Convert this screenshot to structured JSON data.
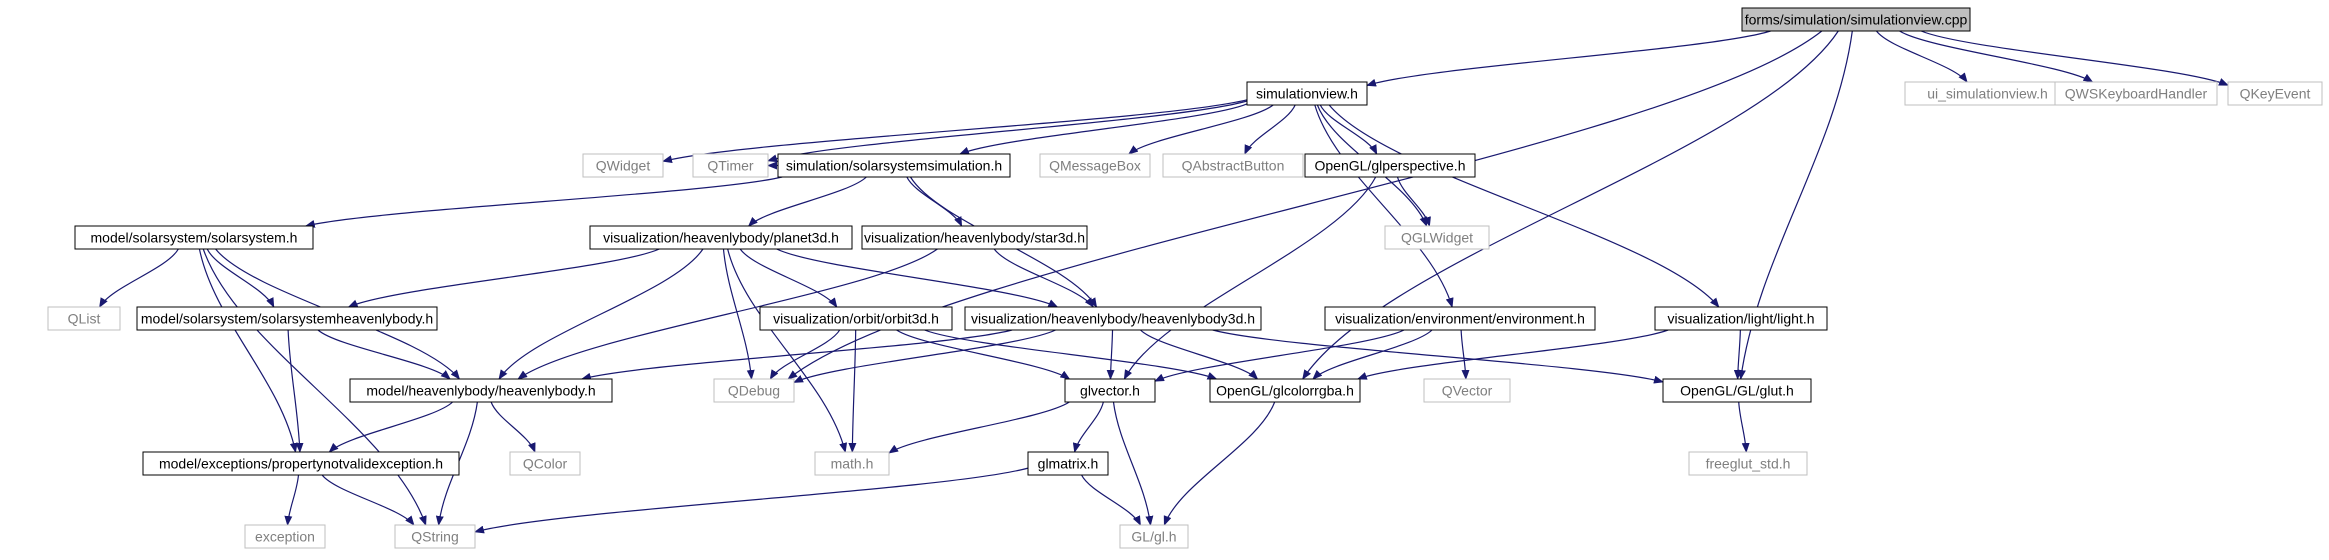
{
  "graph": {
    "root_fill": "#bfbfbf",
    "edge_color": "#191970",
    "solid_border": "#000000",
    "light_border": "#bfbfbf",
    "light_text": "#7f7f7f",
    "nodes": [
      {
        "id": "root",
        "label": "forms/simulation/simulationview.cpp",
        "style": "root"
      },
      {
        "id": "simview_h",
        "label": "simulationview.h",
        "style": "solid"
      },
      {
        "id": "ui_simview",
        "label": "ui_simulationview.h",
        "style": "light"
      },
      {
        "id": "qwskbd",
        "label": "QWSKeyboardHandler",
        "style": "light"
      },
      {
        "id": "qkeyevent",
        "label": "QKeyEvent",
        "style": "light"
      },
      {
        "id": "qwidget",
        "label": "QWidget",
        "style": "light"
      },
      {
        "id": "qtimer",
        "label": "QTimer",
        "style": "light"
      },
      {
        "id": "solsim",
        "label": "simulation/solarsystemsimulation.h",
        "style": "solid"
      },
      {
        "id": "qmsgbox",
        "label": "QMessageBox",
        "style": "light"
      },
      {
        "id": "qabsbtn",
        "label": "QAbstractButton",
        "style": "light"
      },
      {
        "id": "glpersp",
        "label": "OpenGL/glperspective.h",
        "style": "solid"
      },
      {
        "id": "qglwidget",
        "label": "QGLWidget",
        "style": "light"
      },
      {
        "id": "solarsystem",
        "label": "model/solarsystem/solarsystem.h",
        "style": "solid"
      },
      {
        "id": "planet3d",
        "label": "visualization/heavenlybody/planet3d.h",
        "style": "solid"
      },
      {
        "id": "star3d",
        "label": "visualization/heavenlybody/star3d.h",
        "style": "solid"
      },
      {
        "id": "qlist",
        "label": "QList",
        "style": "light"
      },
      {
        "id": "sshb",
        "label": "model/solarsystem/solarsystemheavenlybody.h",
        "style": "solid"
      },
      {
        "id": "orbit3d",
        "label": "visualization/orbit/orbit3d.h",
        "style": "solid"
      },
      {
        "id": "hb3d",
        "label": "visualization/heavenlybody/heavenlybody3d.h",
        "style": "solid"
      },
      {
        "id": "env",
        "label": "visualization/environment/environment.h",
        "style": "solid"
      },
      {
        "id": "light",
        "label": "visualization/light/light.h",
        "style": "solid"
      },
      {
        "id": "hb",
        "label": "model/heavenlybody/heavenlybody.h",
        "style": "solid"
      },
      {
        "id": "qdebug",
        "label": "QDebug",
        "style": "light"
      },
      {
        "id": "glvector",
        "label": "glvector.h",
        "style": "solid"
      },
      {
        "id": "glcolor",
        "label": "OpenGL/glcolorrgba.h",
        "style": "solid"
      },
      {
        "id": "qvector",
        "label": "QVector",
        "style": "light"
      },
      {
        "id": "glut",
        "label": "OpenGL/GL/glut.h",
        "style": "solid"
      },
      {
        "id": "propex",
        "label": "model/exceptions/propertynotvalidexception.h",
        "style": "solid"
      },
      {
        "id": "qcolor",
        "label": "QColor",
        "style": "light"
      },
      {
        "id": "mathh",
        "label": "math.h",
        "style": "light"
      },
      {
        "id": "glmatrix",
        "label": "glmatrix.h",
        "style": "solid"
      },
      {
        "id": "freeglut",
        "label": "freeglut_std.h",
        "style": "light"
      },
      {
        "id": "exception",
        "label": "exception",
        "style": "light"
      },
      {
        "id": "qstring",
        "label": "QString",
        "style": "light"
      },
      {
        "id": "glgl",
        "label": "GL/gl.h",
        "style": "light"
      }
    ],
    "edges": [
      [
        "root",
        "simview_h"
      ],
      [
        "root",
        "ui_simview"
      ],
      [
        "root",
        "qwskbd"
      ],
      [
        "root",
        "qkeyevent"
      ],
      [
        "root",
        "qdebug"
      ],
      [
        "root",
        "glcolor"
      ],
      [
        "root",
        "glut"
      ],
      [
        "simview_h",
        "qwidget"
      ],
      [
        "simview_h",
        "qtimer"
      ],
      [
        "simview_h",
        "solsim"
      ],
      [
        "simview_h",
        "qmsgbox"
      ],
      [
        "simview_h",
        "qabsbtn"
      ],
      [
        "simview_h",
        "glpersp"
      ],
      [
        "simview_h",
        "qglwidget"
      ],
      [
        "simview_h",
        "env"
      ],
      [
        "simview_h",
        "light"
      ],
      [
        "solsim",
        "qtimer"
      ],
      [
        "solsim",
        "solarsystem"
      ],
      [
        "solsim",
        "planet3d"
      ],
      [
        "solsim",
        "star3d"
      ],
      [
        "solsim",
        "hb3d"
      ],
      [
        "glpersp",
        "qglwidget"
      ],
      [
        "glpersp",
        "glvector"
      ],
      [
        "solarsystem",
        "qlist"
      ],
      [
        "solarsystem",
        "sshb"
      ],
      [
        "solarsystem",
        "hb"
      ],
      [
        "solarsystem",
        "propex"
      ],
      [
        "solarsystem",
        "qstring"
      ],
      [
        "planet3d",
        "sshb"
      ],
      [
        "planet3d",
        "orbit3d"
      ],
      [
        "planet3d",
        "hb3d"
      ],
      [
        "planet3d",
        "hb"
      ],
      [
        "planet3d",
        "qdebug"
      ],
      [
        "planet3d",
        "mathh"
      ],
      [
        "star3d",
        "hb3d"
      ],
      [
        "star3d",
        "hb"
      ],
      [
        "sshb",
        "hb"
      ],
      [
        "sshb",
        "propex"
      ],
      [
        "orbit3d",
        "qdebug"
      ],
      [
        "orbit3d",
        "glvector"
      ],
      [
        "orbit3d",
        "glcolor"
      ],
      [
        "orbit3d",
        "mathh"
      ],
      [
        "hb3d",
        "hb"
      ],
      [
        "hb3d",
        "qdebug"
      ],
      [
        "hb3d",
        "glvector"
      ],
      [
        "hb3d",
        "glcolor"
      ],
      [
        "hb3d",
        "glut"
      ],
      [
        "env",
        "glvector"
      ],
      [
        "env",
        "glcolor"
      ],
      [
        "env",
        "qvector"
      ],
      [
        "light",
        "glcolor"
      ],
      [
        "light",
        "glut"
      ],
      [
        "hb",
        "propex"
      ],
      [
        "hb",
        "qcolor"
      ],
      [
        "hb",
        "qstring"
      ],
      [
        "glvector",
        "mathh"
      ],
      [
        "glvector",
        "glmatrix"
      ],
      [
        "glvector",
        "glgl"
      ],
      [
        "glcolor",
        "glgl"
      ],
      [
        "glut",
        "freeglut"
      ],
      [
        "propex",
        "exception"
      ],
      [
        "propex",
        "qstring"
      ],
      [
        "glmatrix",
        "qstring"
      ],
      [
        "glmatrix",
        "glgl"
      ]
    ]
  }
}
